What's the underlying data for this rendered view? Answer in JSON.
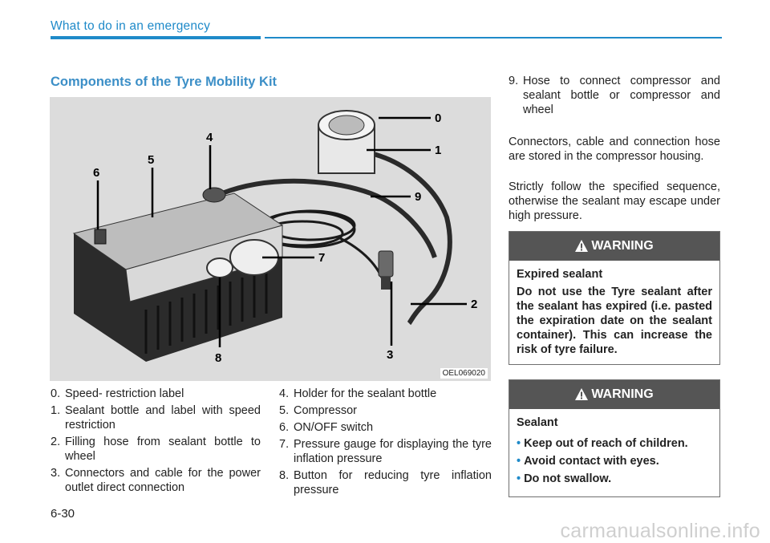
{
  "header": {
    "section": "What to do in an emergency"
  },
  "title": "Components of the Tyre Mobility Kit",
  "figure": {
    "code": "OEL069020",
    "callouts": [
      "0",
      "1",
      "2",
      "3",
      "4",
      "5",
      "6",
      "7",
      "8",
      "9"
    ]
  },
  "components": [
    {
      "num": "0.",
      "text": "Speed- restriction label"
    },
    {
      "num": "1.",
      "text": "Sealant bottle and label with speed restriction"
    },
    {
      "num": "2.",
      "text": "Filling hose from sealant bottle to wheel"
    },
    {
      "num": "3.",
      "text": "Connectors and cable for the power outlet direct connection"
    },
    {
      "num": "4.",
      "text": "Holder for the sealant bottle"
    },
    {
      "num": "5.",
      "text": "Compressor"
    },
    {
      "num": "6.",
      "text": "ON/OFF switch"
    },
    {
      "num": "7.",
      "text": "Pressure gauge for displaying the tyre inflation pressure"
    },
    {
      "num": "8.",
      "text": "Button for reducing tyre inflation pressure"
    },
    {
      "num": "9.",
      "text": "Hose to connect compressor and sealant bottle or compressor and wheel"
    }
  ],
  "paragraphs": {
    "storage": "Connectors, cable and connection hose are stored in the compressor housing.",
    "sequence": "Strictly follow the specified sequence, otherwise the sealant may escape under high pressure."
  },
  "warnings": [
    {
      "label": "WARNING",
      "heading": "Expired sealant",
      "text": "Do not use the Tyre sealant after the sealant has expired (i.e. pasted the expiration date on the sealant container). This can increase the risk of tyre failure."
    },
    {
      "label": "WARNING",
      "heading": "Sealant",
      "bullets": [
        "Keep out of reach of children.",
        "Avoid contact with eyes.",
        "Do not swallow."
      ]
    }
  ],
  "footer": {
    "page": "6-30",
    "watermark": "carmanualsonline.info"
  },
  "colors": {
    "accent": "#1f8ac9",
    "warning_header": "#555555"
  }
}
